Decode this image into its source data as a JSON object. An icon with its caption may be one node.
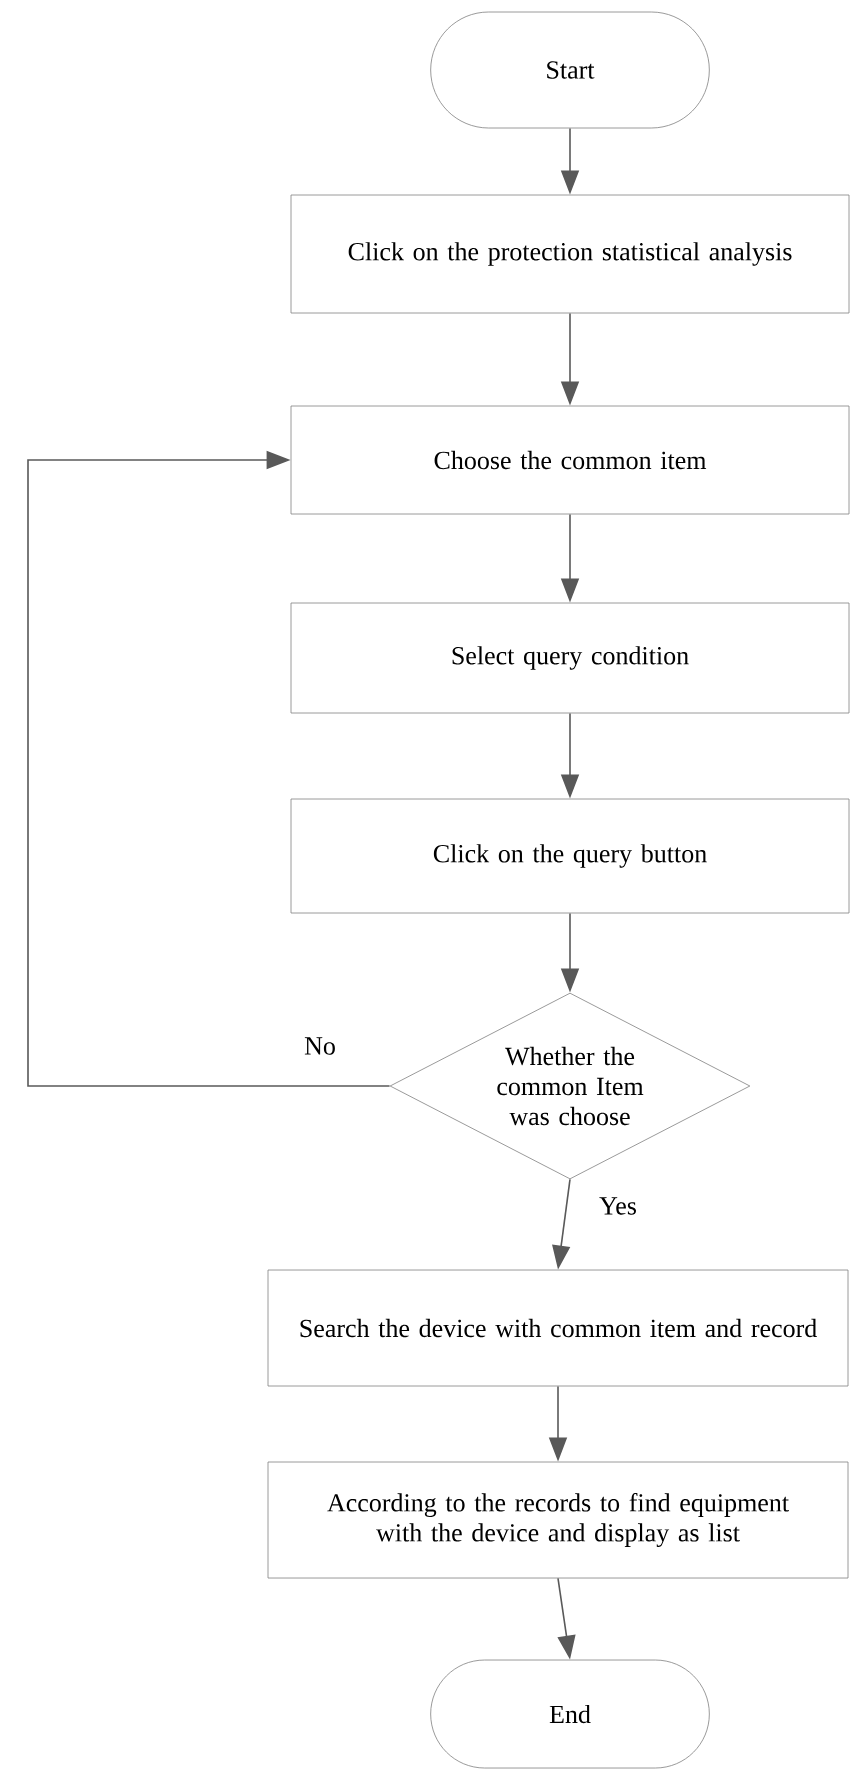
{
  "diagram": {
    "nodes": [
      {
        "text": [
          "Start"
        ]
      },
      {
        "text": [
          "Click on the protection statistical analysis"
        ]
      },
      {
        "text": [
          "Choose  the common item"
        ]
      },
      {
        "text": [
          "Select query condition"
        ]
      },
      {
        "text": [
          "Click on the query button"
        ]
      },
      {
        "text": [
          "Whether the common Item was choose"
        ]
      },
      {
        "text": [
          "Search the device with common  item and record"
        ]
      },
      {
        "text": [
          "According to the records to find equipment with the device  and  display as list"
        ]
      },
      {
        "text": [
          "End"
        ]
      }
    ],
    "edges": [
      {
        "from": 0,
        "to": 1,
        "arrow": "to"
      },
      {
        "from": 1,
        "to": 2,
        "arrow": "to"
      },
      {
        "from": 2,
        "to": 3,
        "arrow": "to"
      },
      {
        "from": 3,
        "to": 4,
        "arrow": "to"
      },
      {
        "from": 4,
        "to": 5,
        "arrow": "to"
      },
      {
        "from": 5,
        "to": 2,
        "arrow": "to",
        "label": "No"
      },
      {
        "from": 5,
        "to": 6,
        "arrow": "to",
        "label": "Yes"
      },
      {
        "from": 6,
        "to": 7,
        "arrow": "to"
      },
      {
        "from": 7,
        "to": 8,
        "arrow": "to"
      }
    ]
  }
}
